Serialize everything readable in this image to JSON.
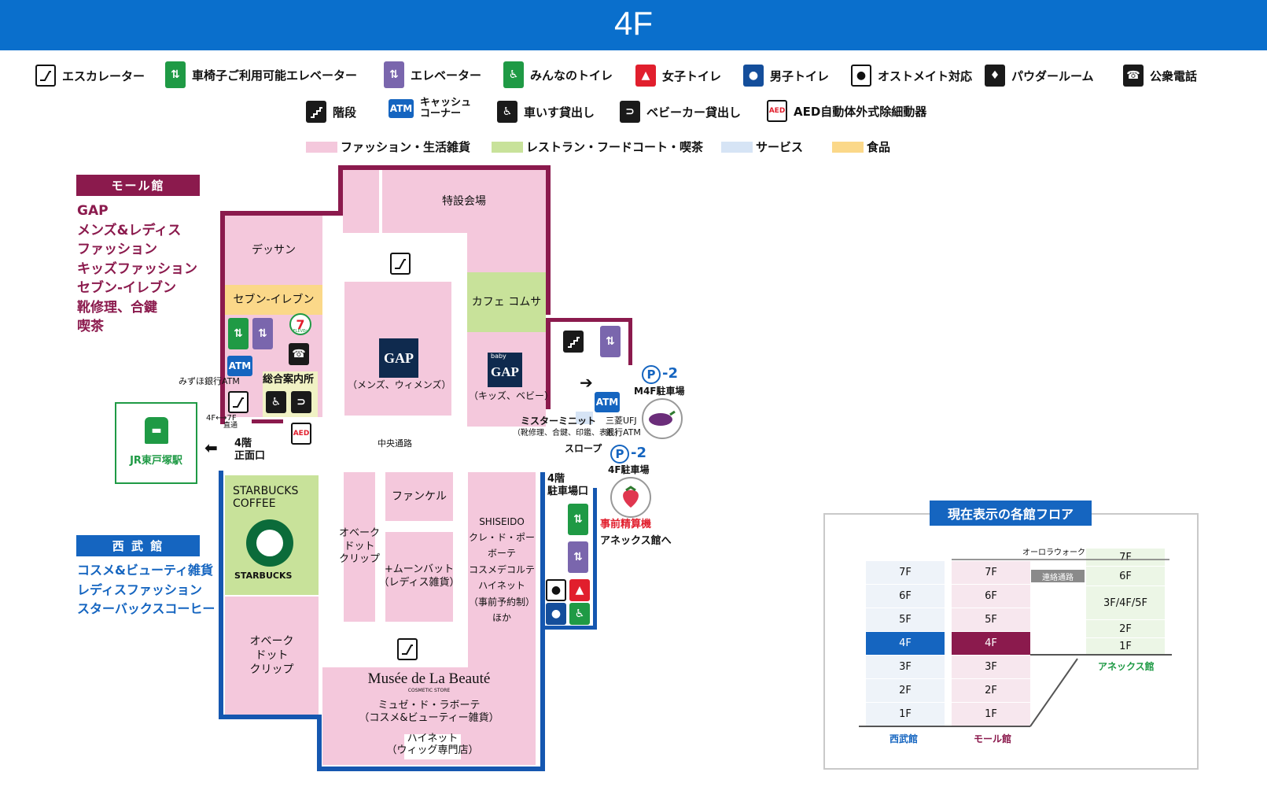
{
  "header": {
    "floor": "4F"
  },
  "legend": {
    "icons": [
      {
        "label": "エスカレーター",
        "icon": "escalator-icon"
      },
      {
        "label": "車椅子ご利用可能エレベーター",
        "icon": "wheelchair-elevator-icon"
      },
      {
        "label": "エレベーター",
        "icon": "elevator-icon"
      },
      {
        "label": "みんなのトイレ",
        "icon": "accessible-toilet-icon"
      },
      {
        "label": "女子トイレ",
        "icon": "womens-toilet-icon"
      },
      {
        "label": "男子トイレ",
        "icon": "mens-toilet-icon"
      },
      {
        "label": "オストメイト対応",
        "icon": "ostomate-icon"
      },
      {
        "label": "パウダールーム",
        "icon": "powder-room-icon"
      },
      {
        "label": "公衆電話",
        "icon": "phone-icon"
      },
      {
        "label": "階段",
        "icon": "stairs-icon"
      },
      {
        "label": "キャッシュ\nコーナー",
        "icon": "atm-icon"
      },
      {
        "label": "車いす貸出し",
        "icon": "wheelchair-rental-icon"
      },
      {
        "label": "ベビーカー貸出し",
        "icon": "stroller-rental-icon"
      },
      {
        "label": "AED自動体外式除細動器",
        "icon": "aed-icon"
      }
    ],
    "atm_text": "ATM",
    "aed_text": "AED",
    "categories": [
      {
        "label": "ファッション・生活雑貨",
        "color": "#f4c8dc"
      },
      {
        "label": "レストラン・フードコート・喫茶",
        "color": "#c8e29a"
      },
      {
        "label": "サービス",
        "color": "#d6e4f5"
      },
      {
        "label": "食品",
        "color": "#fbd889"
      }
    ]
  },
  "mall_box": {
    "title": "モール館",
    "items": [
      "GAP",
      "メンズ&レディス",
      "ファッション",
      "キッズファッション",
      "セブン-イレブン",
      "靴修理、合鍵",
      "喫茶"
    ]
  },
  "seibu_box": {
    "title": "西 武 館",
    "items": [
      "コスメ&ビューティ雑貨",
      "レディスファッション",
      "スターバックスコーヒー"
    ]
  },
  "map": {
    "special_venue": "特設会場",
    "dessan": "デッサン",
    "seven_eleven": "セブン-イレブン",
    "seven_logo": "7",
    "seven_logo_text": "ELEVEn",
    "info_desk": "総合案内所",
    "mizuho_atm": "みずほ銀行ATM",
    "escalator_direct": "4F⟷7F",
    "escalator_direct_sub": "直通",
    "gap_logo": "GAP",
    "gap_caption": "（メンズ、ウィメンズ）",
    "cafe": "カフェ コムサ",
    "babygap_small": "baby",
    "babygap_logo": "GAP",
    "babygap_caption": "（キッズ、ベビー）",
    "central_aisle": "中央通路",
    "jr_station": "JR東戸塚駅",
    "main_entrance": "4階\n正面口",
    "starbucks_text": "STARBUCKS\nCOFFEE",
    "starbucks_logo": "STARBUCKS",
    "oberk_small": "オベーク\nドット\nクリップ",
    "fancl": "ファンケル",
    "moon_bat": "+ムーンバット\n（レディス雑貨）",
    "shiseido": "SHISEIDO\nクレ・ド・ポー\nボーテ\nコスメデコルテ\nハイネット\n（事前予約制）\nほか",
    "oberk_large": "オベーク\nドット\nクリップ",
    "musee_logo": "Musée de La Beauté",
    "musee_logo_sub": "COSMETIC STORE",
    "musee_name": "ミュゼ・ド・ラボーテ\n（コスメ&ビューティー雑貨）",
    "hinet": "ハイネット\n（ウィッグ専門店）",
    "mister_minit": "ミスターミニット",
    "mister_minit_sub": "（靴修理、合鍵、印鑑、表札）",
    "mufg_atm": "三菱UFJ\n銀行ATM",
    "parking_m4f_num": "-2",
    "parking_m4f": "M4F駐車場",
    "slope": "スロープ",
    "parking_4f_num": "-2",
    "parking_4f": "4F駐車場",
    "parking_entrance": "4階\n駐車場口",
    "prepay": "事前精算機",
    "annex_link": "アネックス館へ",
    "parking_symbol": "P"
  },
  "floor_guide": {
    "title": "現在表示の各館フロア",
    "aurora_walk": "オーロラウォーク",
    "connecting_path": "連絡通路",
    "seibu_floors": [
      "7F",
      "6F",
      "5F",
      "4F",
      "3F",
      "2F",
      "1F"
    ],
    "mall_floors": [
      "7F",
      "6F",
      "5F",
      "4F",
      "3F",
      "2F",
      "1F"
    ],
    "annex_floors": [
      "7F",
      "6F",
      "3F/4F/5F",
      "2F",
      "1F"
    ],
    "seibu_label": "西武館",
    "mall_label": "モール館",
    "annex_label": "アネックス館",
    "current_floor": "4F"
  }
}
